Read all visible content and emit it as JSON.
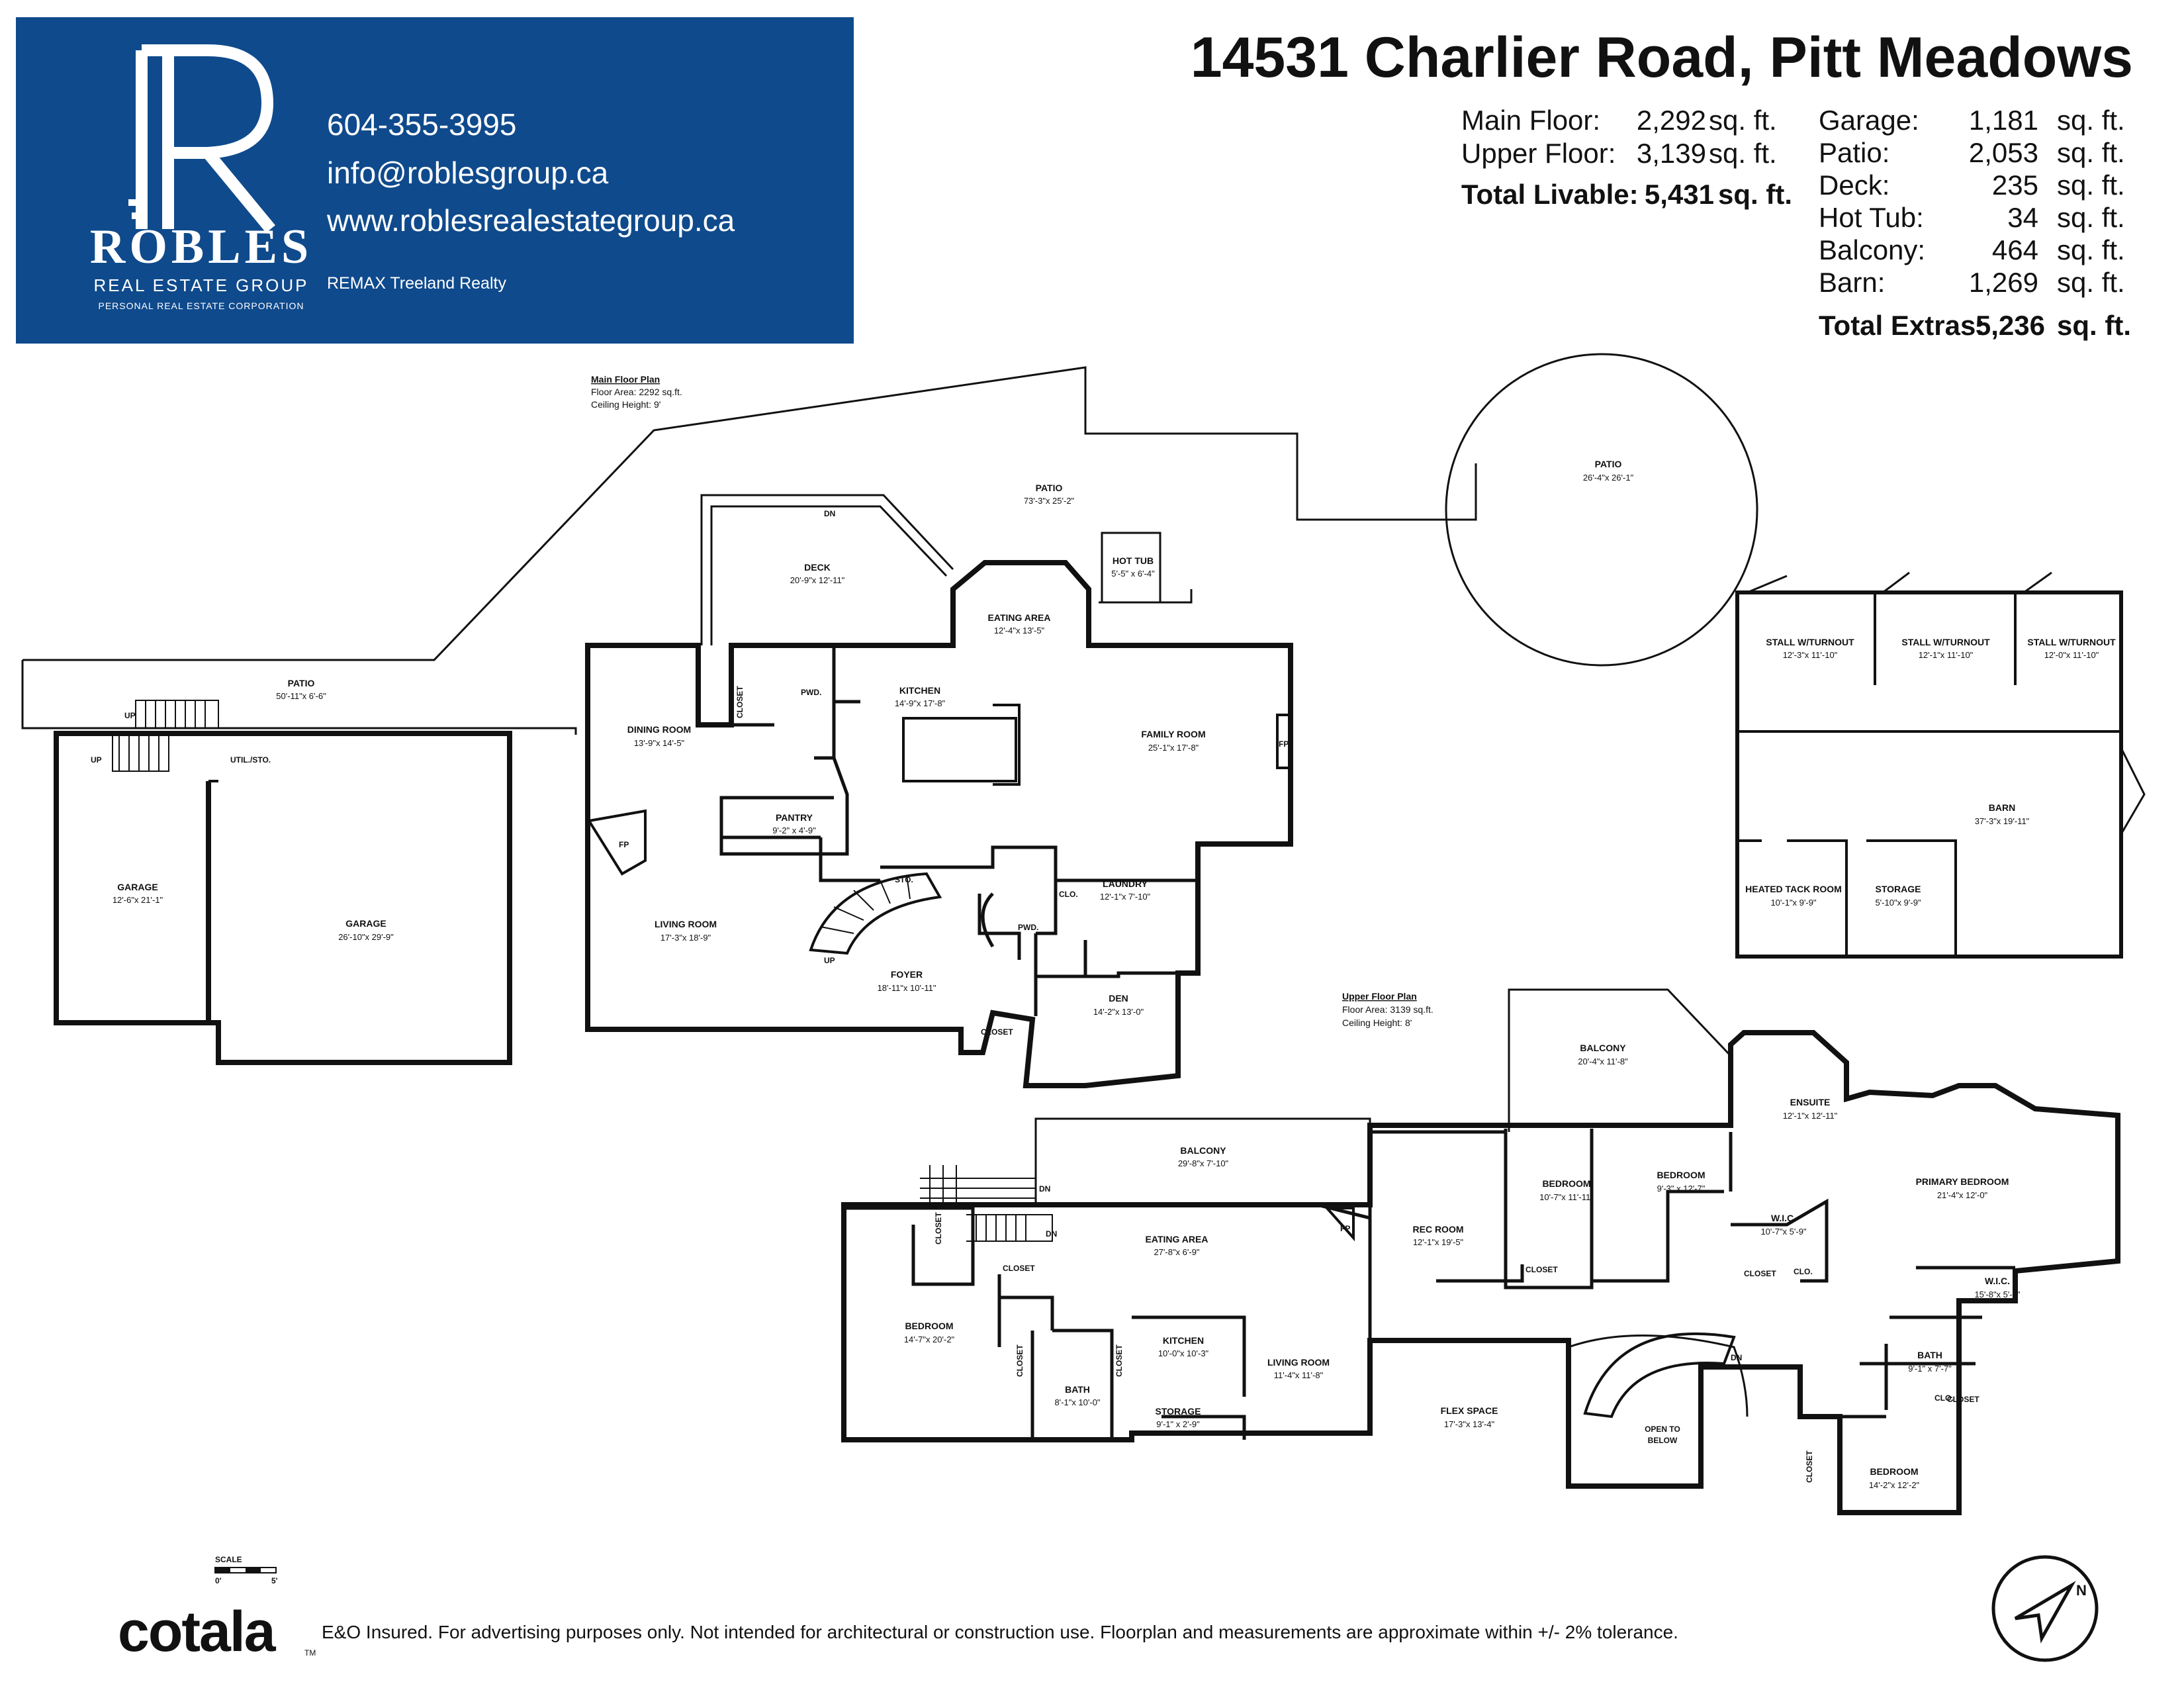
{
  "brand": {
    "logo_name": "ROBLES",
    "logo_sub": "REAL ESTATE GROUP",
    "logo_corp": "PERSONAL REAL ESTATE CORPORATION",
    "phone": "604-355-3995",
    "email": "info@roblesgroup.ca",
    "website": "www.roblesrealestategroup.ca",
    "brokerage": "REMAX Treeland Realty",
    "color": "#0f4a8c"
  },
  "address": "14531 Charlier Road, Pitt Meadows",
  "livable": {
    "main_label": "Main Floor:",
    "main_value": "2,292",
    "main_unit": "sq. ft.",
    "upper_label": "Upper Floor:",
    "upper_value": "3,139",
    "upper_unit": "sq. ft.",
    "total_label": "Total Livable:",
    "total_value": "5,431",
    "total_unit": "sq. ft."
  },
  "extras": {
    "garage_label": "Garage:",
    "garage_value": "1,181",
    "garage_unit": "sq. ft.",
    "patio_label": "Patio:",
    "patio_value": "2,053",
    "patio_unit": "sq. ft.",
    "deck_label": "Deck:",
    "deck_value": "235",
    "deck_unit": "sq. ft.",
    "hottub_label": "Hot Tub:",
    "hottub_value": "34",
    "hottub_unit": "sq. ft.",
    "balcony_label": "Balcony:",
    "balcony_value": "464",
    "balcony_unit": "sq. ft.",
    "barn_label": "Barn:",
    "barn_value": "1,269",
    "barn_unit": "sq. ft.",
    "total_label": "Total Extras:",
    "total_value": "5,236",
    "total_unit": "sq. ft."
  },
  "main_plan": {
    "heading": "Main Floor Plan",
    "area": "Floor Area: 2292 sq.ft.",
    "ceiling": "Ceiling Height: 9'"
  },
  "upper_plan": {
    "heading": "Upper Floor Plan",
    "area": "Floor Area: 3139 sq.ft.",
    "ceiling": "Ceiling Height: 8'"
  },
  "rooms_main": {
    "patio_w_label": "PATIO",
    "patio_w_dim": "50'-11\"x 6'-6\"",
    "patio_n_label": "PATIO",
    "patio_n_dim": "73'-3\"x 25'-2\"",
    "patio_c_label": "PATIO",
    "patio_c_dim": "26'-4\"x 26'-1\"",
    "deck_label": "DECK",
    "deck_dim": "20'-9\"x 12'-11\"",
    "hottub_label": "HOT TUB",
    "hottub_dim": "5'-5\" x 6'-4\"",
    "eating_label": "EATING AREA",
    "eating_dim": "12'-4\"x 13'-5\"",
    "kitchen_label": "KITCHEN",
    "kitchen_dim": "14'-9\"x 17'-8\"",
    "family_label": "FAMILY ROOM",
    "family_dim": "25'-1\"x 17'-8\"",
    "dining_label": "DINING ROOM",
    "dining_dim": "13'-9\"x 14'-5\"",
    "pantry_label": "PANTRY",
    "pantry_dim": "9'-2\" x 4'-9\"",
    "living_label": "LIVING ROOM",
    "living_dim": "17'-3\"x 18'-9\"",
    "foyer_label": "FOYER",
    "foyer_dim": "18'-11\"x 10'-11\"",
    "laundry_label": "LAUNDRY",
    "laundry_dim": "12'-1\"x 7'-10\"",
    "den_label": "DEN",
    "den_dim": "14'-2\"x 13'-0\"",
    "garage1_label": "GARAGE",
    "garage1_dim": "12'-6\"x 21'-1\"",
    "garage2_label": "GARAGE",
    "garage2_dim": "26'-10\"x 29'-9\"",
    "util_label": "UTIL./STO.",
    "sto_label": "STO.",
    "pwd_label": "PWD.",
    "pwd2_label": "PWD.",
    "closet_label": "CLOSET",
    "closet2_label": "CLOSET",
    "clo_label": "CLO.",
    "fp_label": "FP",
    "fp2_label": "FP",
    "up_label": "UP",
    "up2_label": "UP",
    "up3_label": "UP",
    "dn_label": "DN"
  },
  "rooms_barn": {
    "stall1_label": "STALL W/TURNOUT",
    "stall1_dim": "12'-3\"x 11'-10\"",
    "stall2_label": "STALL W/TURNOUT",
    "stall2_dim": "12'-1\"x 11'-10\"",
    "stall3_label": "STALL W/TURNOUT",
    "stall3_dim": "12'-0\"x 11'-10\"",
    "barn_label": "BARN",
    "barn_dim": "37'-3\"x 19'-11\"",
    "tack_label": "HEATED TACK ROOM",
    "tack_dim": "10'-1\"x 9'-9\"",
    "storage_label": "STORAGE",
    "storage_dim": "5'-10\"x 9'-9\""
  },
  "rooms_upper": {
    "balcony_w_label": "BALCONY",
    "balcony_w_dim": "29'-8\"x 7'-10\"",
    "balcony_e_label": "BALCONY",
    "balcony_e_dim": "20'-4\"x 11'-8\"",
    "eating_label": "EATING AREA",
    "eating_dim": "27'-8\"x 6'-9\"",
    "bedroom_w_label": "BEDROOM",
    "bedroom_w_dim": "14'-7\"x 20'-2\"",
    "kitchen_label": "KITCHEN",
    "kitchen_dim": "10'-0\"x 10'-3\"",
    "bath_w_label": "BATH",
    "bath_w_dim": "8'-1\"x 10'-0\"",
    "storage_label": "STORAGE",
    "storage_dim": "9'-1\" x 2'-9\"",
    "living_label": "LIVING ROOM",
    "living_dim": "11'-4\"x 11'-8\"",
    "rec_label": "REC ROOM",
    "rec_dim": "12'-1\"x 19'-5\"",
    "flex_label": "FLEX SPACE",
    "flex_dim": "17'-3\"x 13'-4\"",
    "bed2_label": "BEDROOM",
    "bed2_dim": "10'-7\"x 11'-11\"",
    "bed3_label": "BEDROOM",
    "bed3_dim": "9'-3\" x 12'-7\"",
    "ensuite_label": "ENSUITE",
    "ensuite_dim": "12'-1\"x 12'-11\"",
    "primary_label": "PRIMARY BEDROOM",
    "primary_dim": "21'-4\"x 12'-0\"",
    "wic1_label": "W.I.C.",
    "wic1_dim": "10'-7\"x 5'-9\"",
    "wic2_label": "W.I.C.",
    "wic2_dim": "15'-8\"x 5'-3\"",
    "bath_e_label": "BATH",
    "bath_e_dim": "9'-1\" x 7'-7\"",
    "bed4_label": "BEDROOM",
    "bed4_dim": "14'-2\"x 12'-2\"",
    "open_label_1": "OPEN TO",
    "open_label_2": "BELOW",
    "closet_a": "CLOSET",
    "closet_b": "CLOSET",
    "closet_c": "CLOSET",
    "closet_d": "CLOSET",
    "closet_e": "CLOSET",
    "closet_f": "CLOSET",
    "closet_g": "CLOSET",
    "closet_h": "CLOSET",
    "clo_a": "CLO.",
    "clo_b": "CLO.",
    "fp_label": "FP",
    "dn_a": "DN",
    "dn_b": "DN",
    "dn_c": "DN"
  },
  "scale_label": "SCALE",
  "scale_zero": "0'",
  "scale_five": "5'",
  "compass": {
    "north_label": "N"
  },
  "footer": {
    "logo": "cotala",
    "tm": "TM",
    "disclaimer": "E&O Insured. For advertising purposes only. Not intended for architectural or construction use. Floorplan and measurements are approximate within +/- 2% tolerance."
  }
}
